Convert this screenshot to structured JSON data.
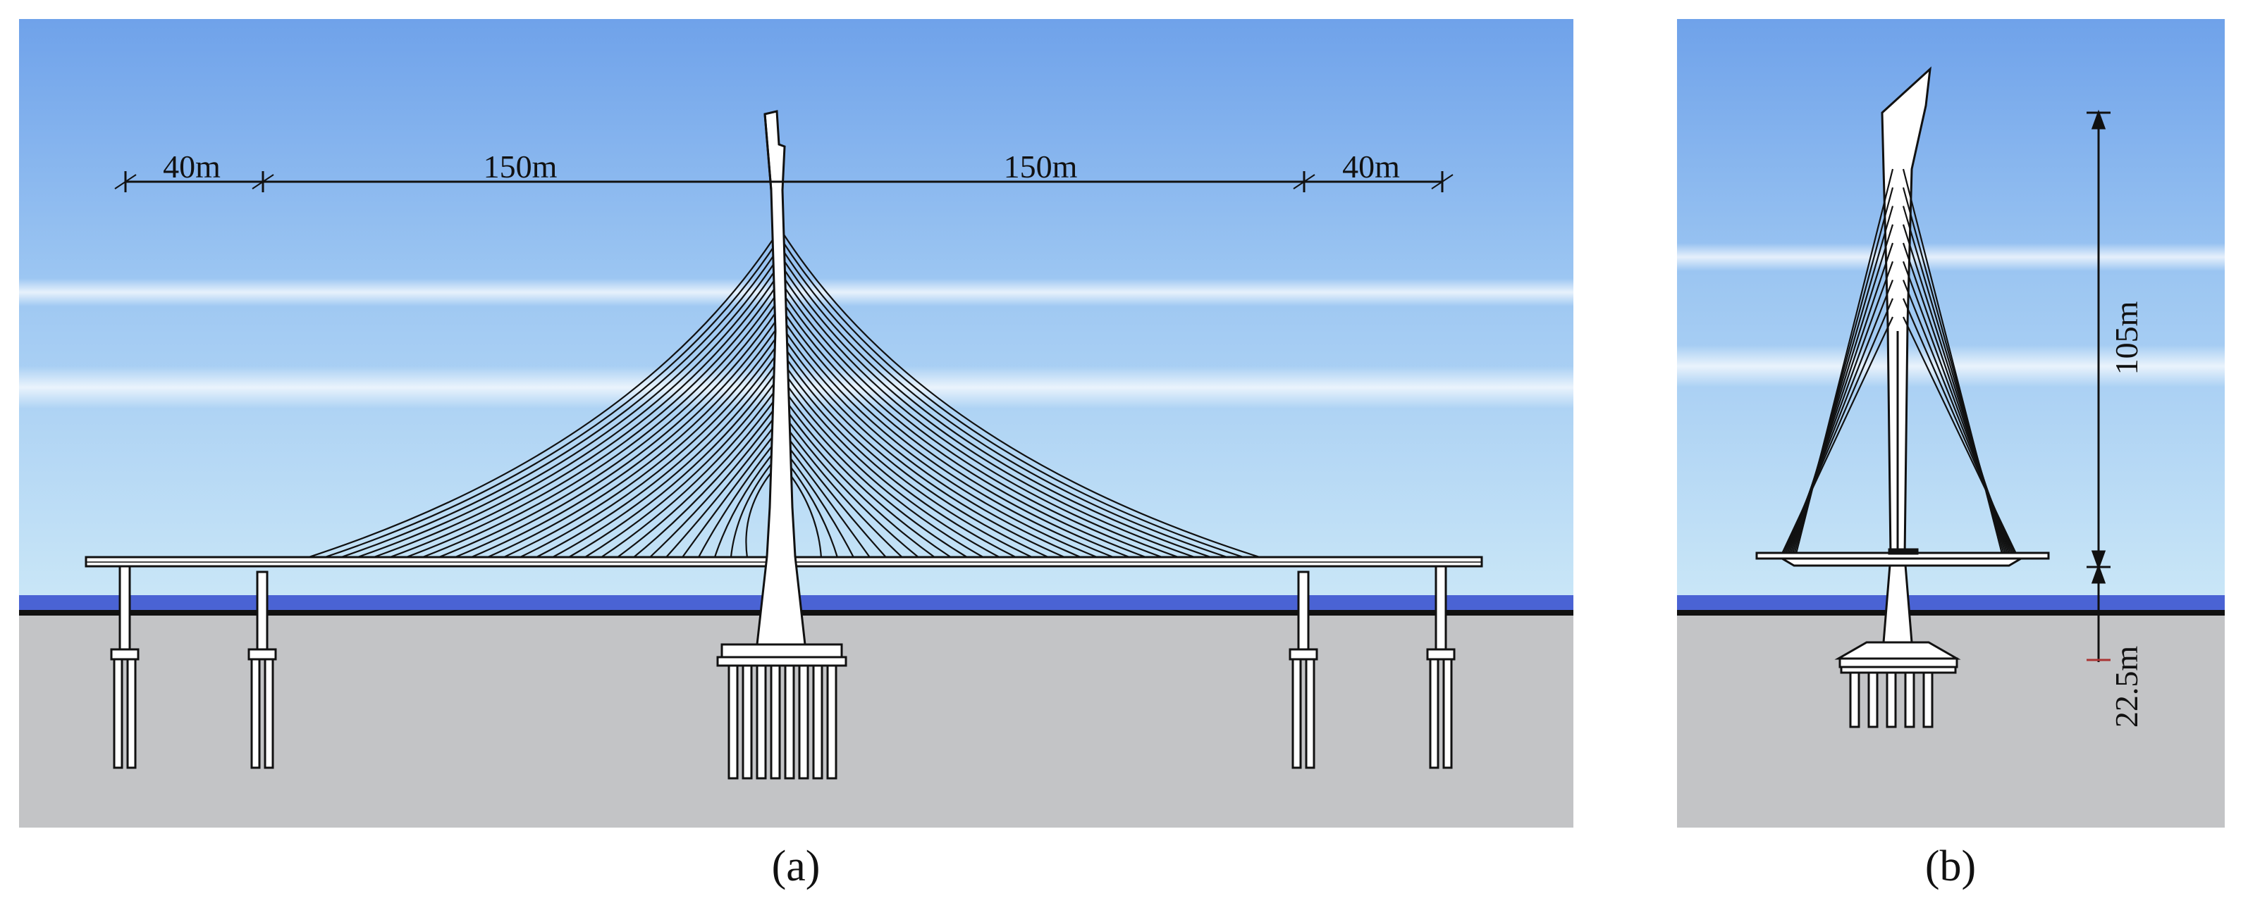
{
  "panel_a": {
    "caption": "(a)",
    "spans": [
      "40m",
      "150m",
      "150m",
      "40m"
    ]
  },
  "panel_b": {
    "caption": "(b)",
    "tower_height": "105m",
    "foundation_depth": "22.5m"
  },
  "colors": {
    "sky_top": "#6fa2ea",
    "sky_bottom": "#c9e6f7",
    "water": "#4a63d4",
    "ground": "#c3c4c6",
    "line": "#111111"
  }
}
